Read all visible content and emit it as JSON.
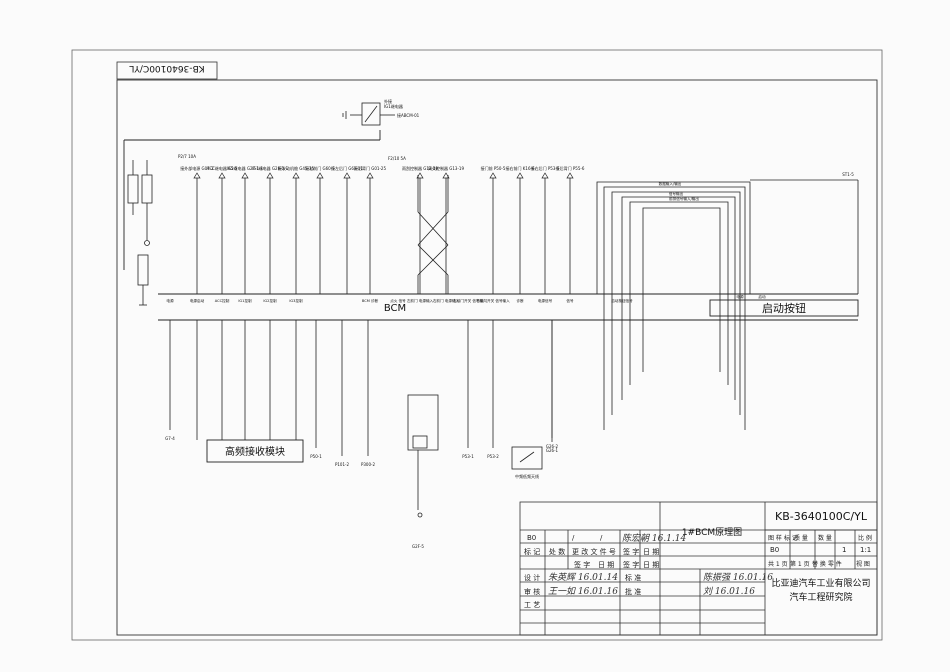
{
  "drawing_number": "KB-3640100C/YL",
  "drawing_number_rotated": "KB-3640100C/YL",
  "drawing_title": "1#BCM原理图",
  "module_bcm": "BCM",
  "module_start_button": "启动按钮",
  "module_hf_receiver": "高频接收模块",
  "company_line1": "比亚迪汽车工业有限公司",
  "company_line2": "汽车工程研究院",
  "title_block": {
    "rev_label": "B0",
    "slash1": "/",
    "slash2": "/",
    "handwritten_top": "陈宏朝 16.1.14",
    "row_headers": [
      "标 记",
      "处 数",
      "更 改 文 件 号",
      "签 字",
      "日 期"
    ],
    "row_headers2": [
      "签 字",
      "日 期",
      "签 字",
      "日 期"
    ],
    "design_label": "设 计",
    "check_label": "审 核",
    "process_label": "工 艺",
    "std_label": "标 准",
    "approve_label": "批 准",
    "design_sig": "朱英辉 16.01.14",
    "check_sig": "王一如 16.01.16",
    "std_sig": "陈振强 16.01.16",
    "approve_sig": "刘 16.01.16",
    "hdr_cells": [
      "图 样 标 记",
      "质 量",
      "数 量",
      "比 例"
    ],
    "val_cells": [
      "B0",
      "",
      "1",
      "1:1"
    ],
    "sheet_cells": [
      "共 1 页",
      "第 1 页",
      "替 换 零 件",
      "视 图"
    ]
  },
  "connector_labels": {
    "power_top": [
      "外接",
      "IG1继电器",
      "接ABCM-01"
    ],
    "upper_tags": [
      "P2/7 10A",
      "F2/10 5A",
      "接外部电源 G07-2",
      "ACC继电器 K5-5",
      "IG2继电器 G27-1-1",
      "IG1继电器 G28-1-1",
      "接发动机舱 G45-35",
      "接左前门 G60-5",
      "接左后门 G63-11",
      "接后背门 G01-25",
      "雨刮控制器 G12-18",
      "网关控制器 G13-19",
      "接门前 P50-5",
      "接右前门 K16-6",
      "接右后门 P53-5",
      "接后背门 P55-6"
    ],
    "lower_tags": [
      "G7-4",
      "P50-1",
      "P101-2",
      "P300-2",
      "P53-1",
      "P53-2",
      "G26-2",
      "G26-1",
      "G2F-5"
    ],
    "mid_tags": [
      "电源",
      "电源启动",
      "ACC控制",
      "IG1控制",
      "IG2控制",
      "IG3控制",
      "BCM 诊断",
      "点火 信号",
      "左前门 电源输入",
      "右前门 电源输入",
      "左前门开关 信号输入",
      "右前门开关 信号输入",
      "诊断",
      "电源信号",
      "信号",
      "启动按钮信号"
    ],
    "right_tags": [
      "ST1-5",
      "数据输入/输出",
      "信号输出",
      "前排信号输入/输出",
      "电源",
      "启动"
    ],
    "bottom_tags": [
      "中频低频天线"
    ]
  }
}
